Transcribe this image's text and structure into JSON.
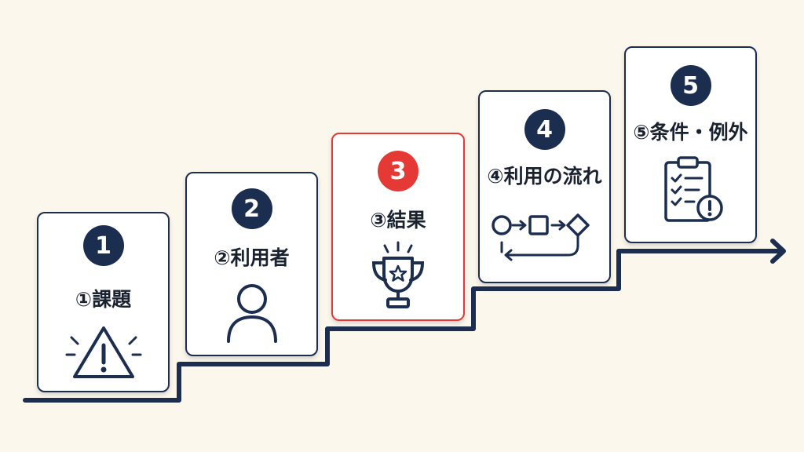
{
  "colors": {
    "navy": "#1c2e50",
    "accent": "#e53935",
    "background": "#fcf7ec"
  },
  "steps": [
    {
      "number": "1",
      "label": "①課題",
      "icon": "warning-icon"
    },
    {
      "number": "2",
      "label": "②利用者",
      "icon": "user-icon"
    },
    {
      "number": "3",
      "label": "③結果",
      "icon": "trophy-icon",
      "highlighted": true
    },
    {
      "number": "4",
      "label": "④利用の流れ",
      "icon": "flow-icon"
    },
    {
      "number": "5",
      "label": "⑤条件・例外",
      "icon": "checklist-icon"
    }
  ]
}
